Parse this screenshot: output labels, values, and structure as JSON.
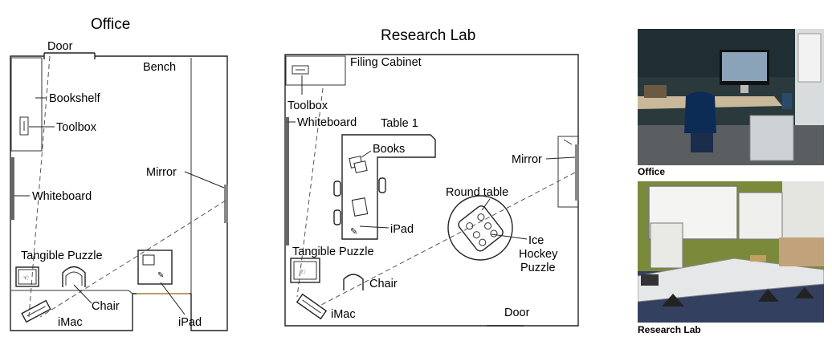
{
  "office": {
    "title": "Office",
    "labels": {
      "door": "Door",
      "bench": "Bench",
      "bookshelf": "Bookshelf",
      "toolbox": "Toolbox",
      "mirror": "Mirror",
      "whiteboard": "Whiteboard",
      "tangible_puzzle": "Tangible Puzzle",
      "chair": "Chair",
      "imac": "iMac",
      "ipad": "iPad"
    }
  },
  "lab": {
    "title": "Research Lab",
    "labels": {
      "filing_cabinet": "Filing Cabinet",
      "toolbox": "Toolbox",
      "whiteboard": "Whiteboard",
      "table1": "Table 1",
      "books": "Books",
      "mirror": "Mirror",
      "round_table": "Round table",
      "ipad": "iPad",
      "ice": "Ice",
      "hockey": "Hockey",
      "puzzle": "Puzzle",
      "tangible_puzzle": "Tangible Puzzle",
      "chair": "Chair",
      "imac": "iMac",
      "door": "Door"
    }
  },
  "photos": {
    "office_caption": "Office",
    "lab_caption": "Research Lab"
  }
}
